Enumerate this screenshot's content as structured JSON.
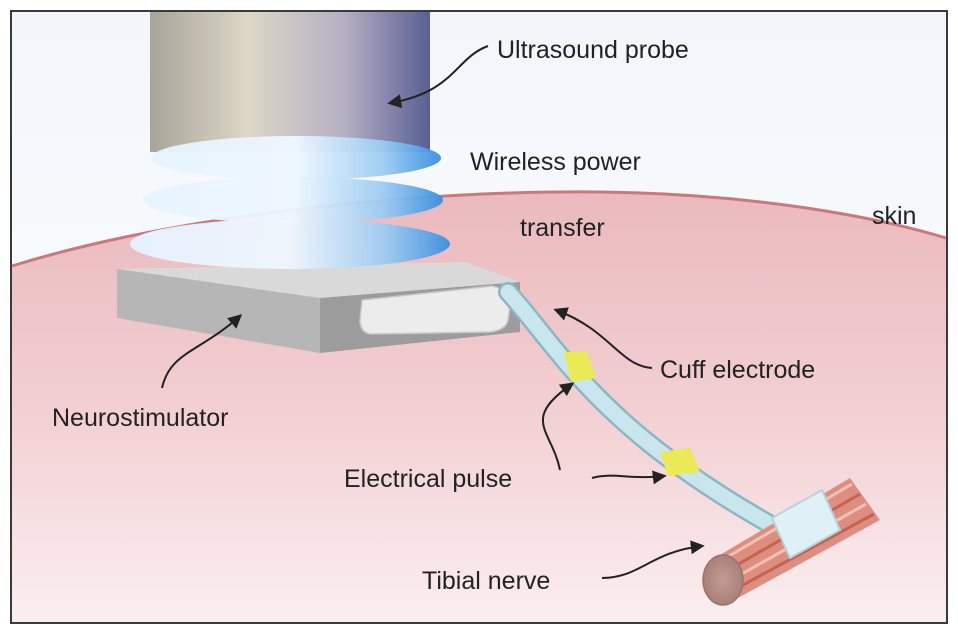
{
  "labels": {
    "ultrasound_probe": "Ultrasound probe",
    "wireless_power_line1": "Wireless power",
    "wireless_power_line2": "transfer",
    "skin": "skin",
    "cuff_electrode": "Cuff electrode",
    "neurostimulator": "Neurostimulator",
    "electrical_pulse": "Electrical pulse",
    "tibial_nerve": "Tibial nerve"
  },
  "colors": {
    "skin": "#efc5c9",
    "skin_edge": "#c8787f",
    "probe": "#c6c0ae",
    "power_wave": "#6ab4ee",
    "neurostimulator": "#a9a9a9",
    "lead": "#bfe0ea",
    "pulse_band": "#e9ea55",
    "nerve": "#d98070"
  }
}
